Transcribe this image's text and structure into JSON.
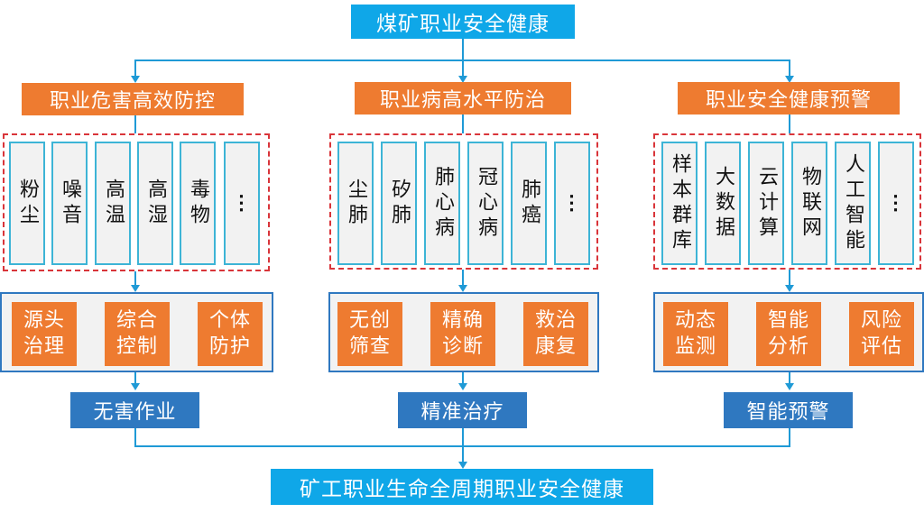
{
  "title": "煤矿职业安全健康",
  "bottom": "矿工职业生命全周期职业安全健康",
  "colors": {
    "cyan": "#0fa7e8",
    "orange": "#ee7b30",
    "blue": "#2f78c0",
    "connector": "#1f9ad6",
    "dashed_border": "#d9353a",
    "item_border": "#3db4d6",
    "item_fill": "#f2f2f2"
  },
  "columns": [
    {
      "header": "职业危害高效防控",
      "items": [
        "粉尘",
        "噪音",
        "高温",
        "高湿",
        "毒物",
        "⋮"
      ],
      "measures": [
        "源头治理",
        "综合控制",
        "个体防护"
      ],
      "outcome": "无害作业"
    },
    {
      "header": "职业病高水平防治",
      "items": [
        "尘肺",
        "矽肺",
        "肺心病",
        "冠心病",
        "肺癌",
        "⋮"
      ],
      "measures": [
        "无创筛查",
        "精确诊断",
        "救治康复"
      ],
      "outcome": "精准治疗"
    },
    {
      "header": "职业安全健康预警",
      "items": [
        "样本群库",
        "大数据",
        "云计算",
        "物联网",
        "人工智能",
        "⋮"
      ],
      "measures": [
        "动态监测",
        "智能分析",
        "风险评估"
      ],
      "outcome": "智能预警"
    }
  ]
}
